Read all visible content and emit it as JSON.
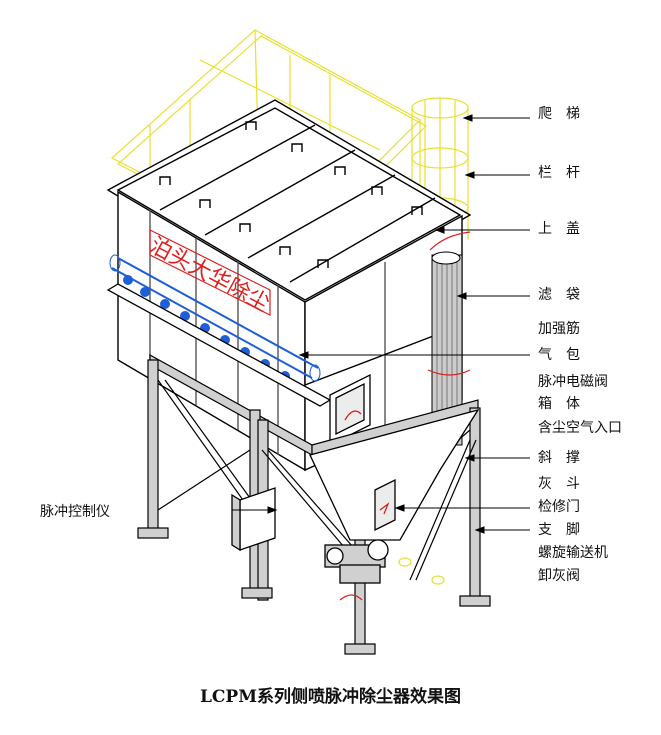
{
  "labels": {
    "ladder": "爬梯",
    "railing": "栏杆",
    "top_cover": "上盖",
    "filter_bag": "滤袋",
    "stiffener": "加强筋",
    "air_bag": "气包",
    "pulse_valve": "脉冲电磁阀",
    "box_body": "箱体",
    "dust_inlet": "含尘空气入口",
    "diagonal_brace": "斜撑",
    "ash_hopper": "灰斗",
    "access_door": "检修门",
    "support_leg": "支脚",
    "screw_conveyor": "螺旋输送机",
    "ash_valve": "卸灰阀",
    "pulse_controller": "脉冲控制仪"
  },
  "brand_text": "泊头大华除尘",
  "caption": "LCPM系列侧喷脉冲除尘器效果图",
  "colors": {
    "structure": "#000000",
    "frame": "#9a9a9a",
    "railing": "#e8e030",
    "brand_red": "#e02020",
    "air_bag": "#1e5fd8",
    "bag_red": "#d42020"
  }
}
